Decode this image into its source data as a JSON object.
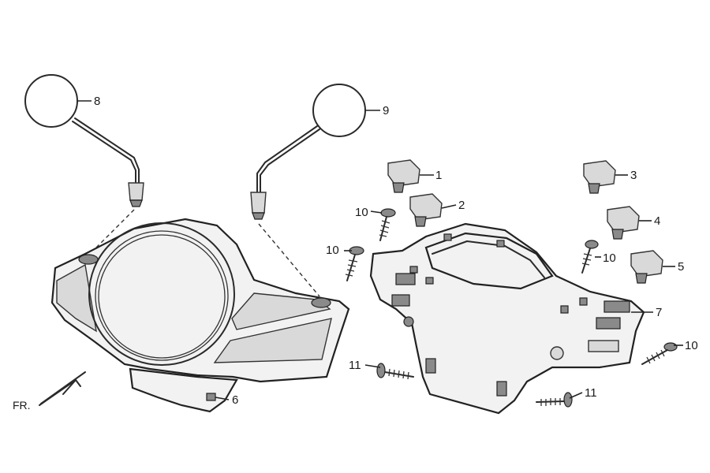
{
  "callouts": [
    {
      "id": "label-1",
      "text": "1"
    },
    {
      "id": "label-2",
      "text": "2"
    },
    {
      "id": "label-3",
      "text": "3"
    },
    {
      "id": "label-4",
      "text": "4"
    },
    {
      "id": "label-5",
      "text": "5"
    },
    {
      "id": "label-6",
      "text": "6"
    },
    {
      "id": "label-7",
      "text": "7"
    },
    {
      "id": "label-8",
      "text": "8"
    },
    {
      "id": "label-9",
      "text": "9"
    },
    {
      "id": "label-10a",
      "text": "10"
    },
    {
      "id": "label-10b",
      "text": "10"
    },
    {
      "id": "label-10c",
      "text": "10"
    },
    {
      "id": "label-10d",
      "text": "10"
    },
    {
      "id": "label-11a",
      "text": "11"
    },
    {
      "id": "label-11b",
      "text": "11"
    }
  ],
  "front_indicator": "FR."
}
